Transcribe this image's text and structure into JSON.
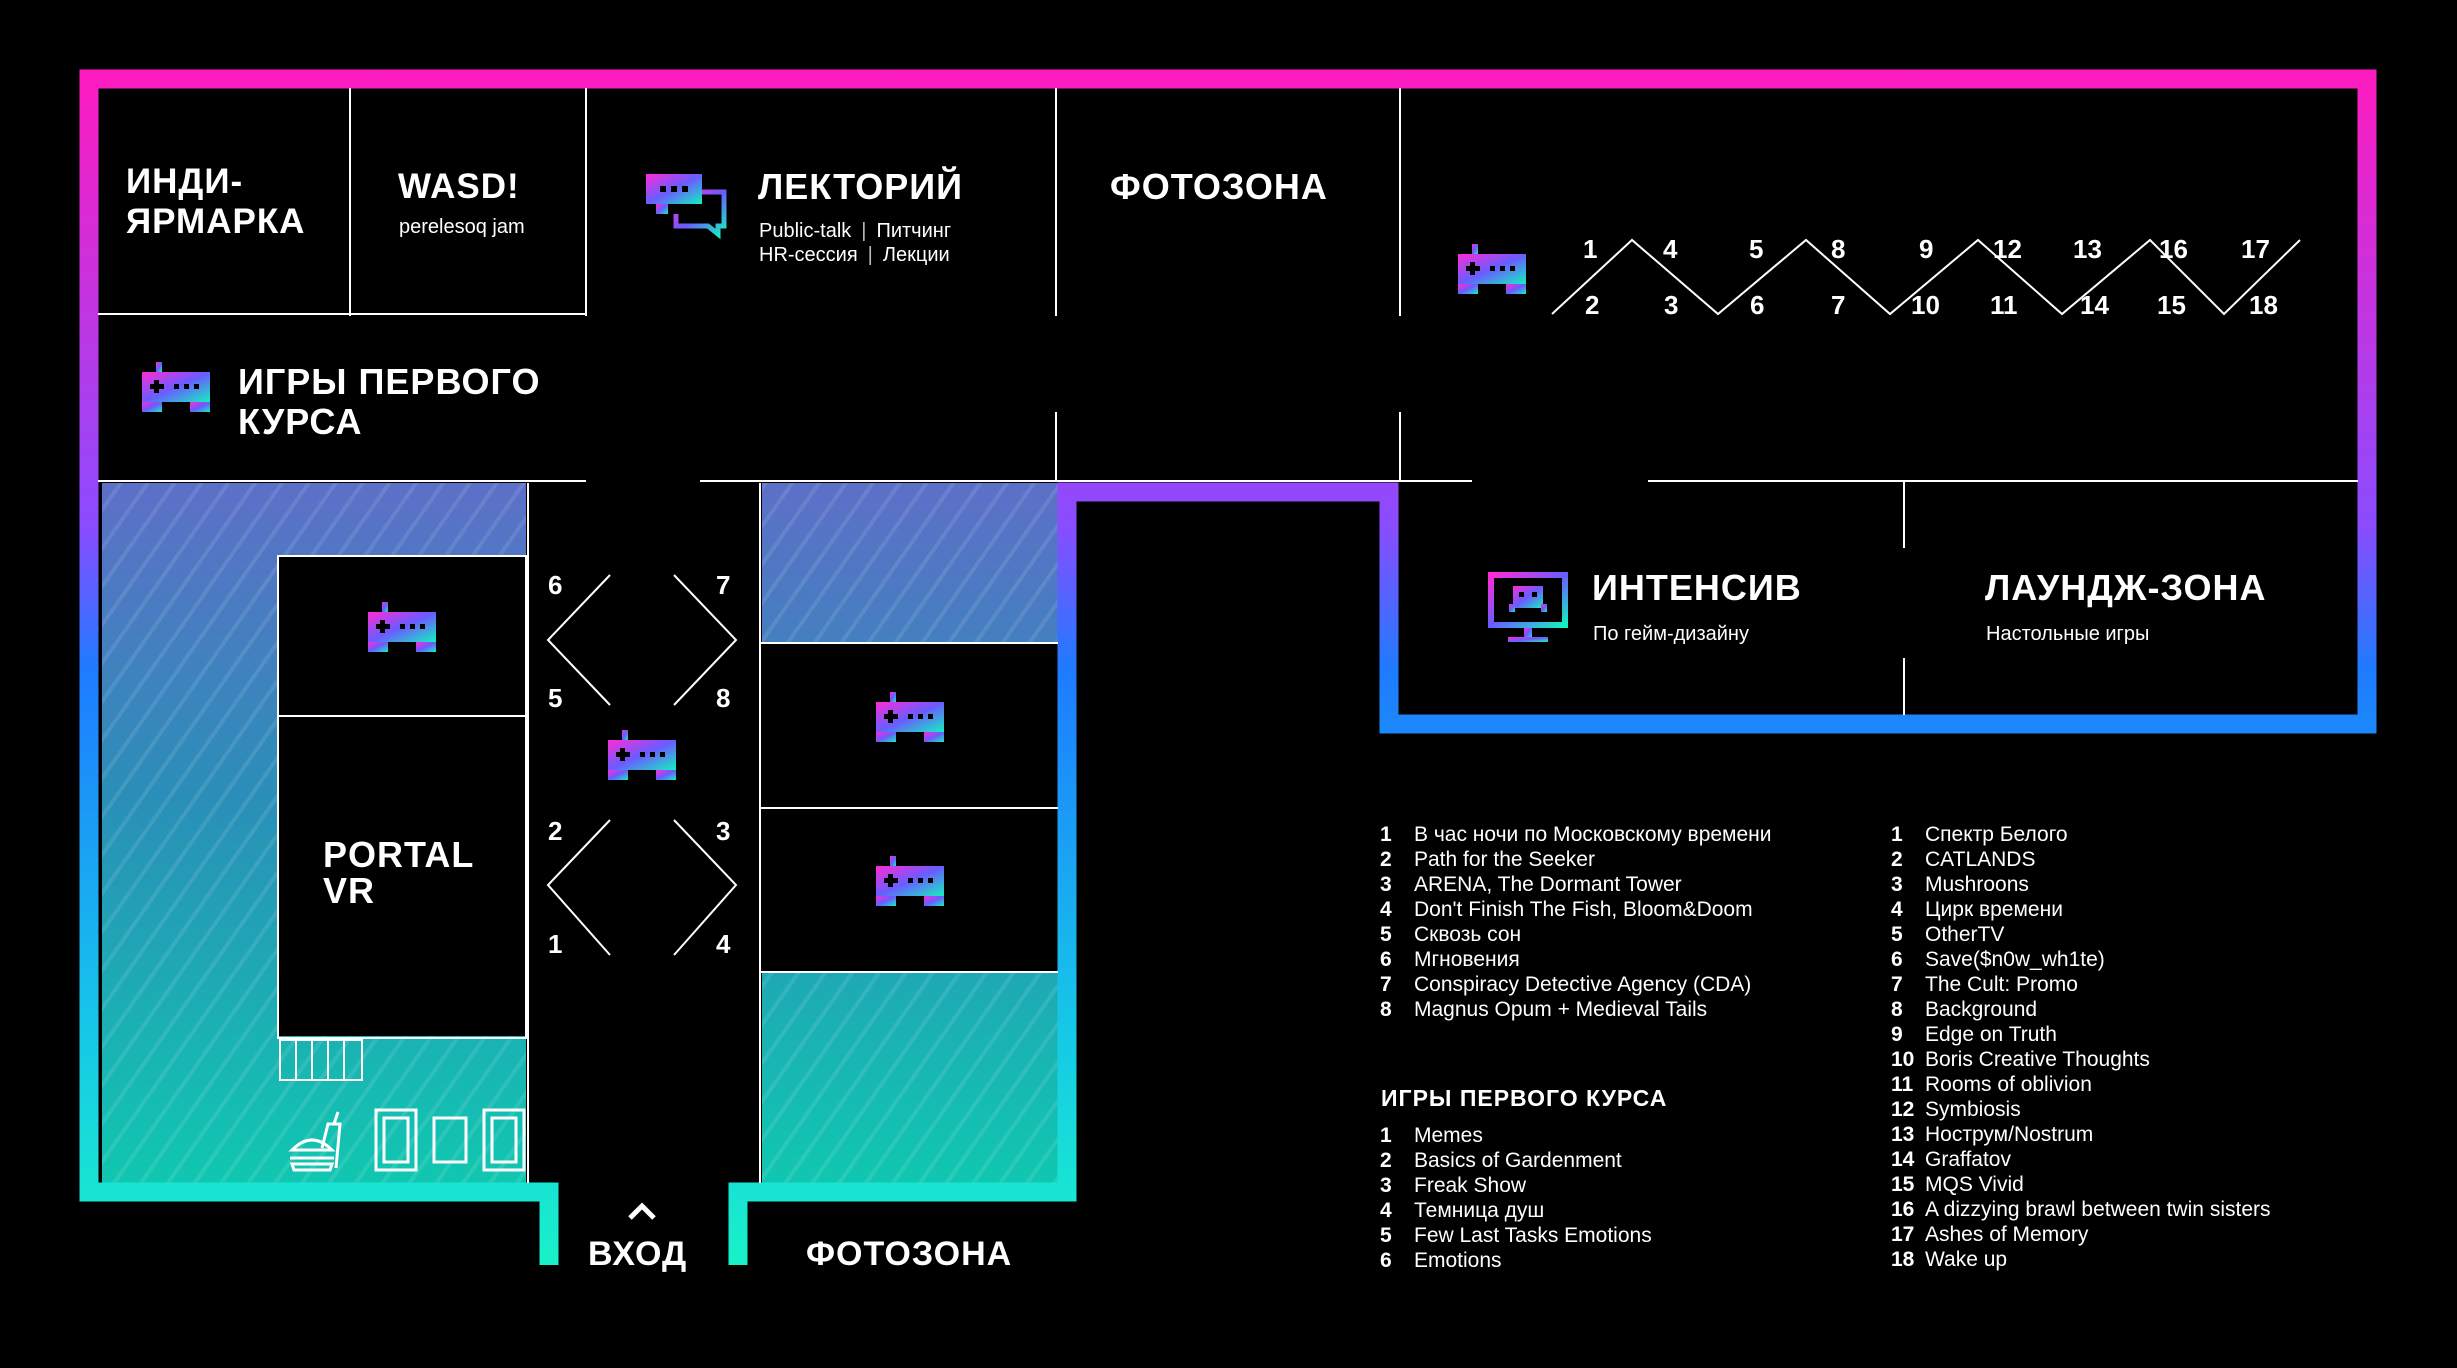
{
  "zones": {
    "indie_fair": "ИНДИ-\nЯРМАРКА",
    "wasd_title": "WASD!",
    "wasd_sub": "perelesoq jam",
    "lectorium_title": "ЛЕКТОРИЙ",
    "lectorium_items": [
      "Public-talk",
      "Питчинг",
      "HR-сессия",
      "Лекции"
    ],
    "photozone_top": "ФОТОЗОНА",
    "first_year_games": "ИГРЫ ПЕРВОГО\nКУРСА",
    "intensive_title": "ИНТЕНСИВ",
    "intensive_sub": "По гейм-дизайну",
    "lounge_title": "ЛАУНДЖ-ЗОНА",
    "lounge_sub": "Настольные игры",
    "portal_vr": "PORTAL\nVR",
    "entrance": "ВХОД",
    "photozone_bottom": "ФОТОЗОНА"
  },
  "zigzag_numbers": {
    "top": [
      "1",
      "4",
      "5",
      "8",
      "9",
      "12",
      "13",
      "16",
      "17"
    ],
    "bottom": [
      "2",
      "3",
      "6",
      "7",
      "10",
      "11",
      "14",
      "15",
      "18"
    ]
  },
  "corridor_numbers": {
    "left": [
      "6",
      "5",
      "2",
      "1"
    ],
    "right": [
      "7",
      "8",
      "3",
      "4"
    ]
  },
  "legend_left": [
    {
      "n": "1",
      "t": "В час ночи по Московскому времени"
    },
    {
      "n": "2",
      "t": "Path for the Seeker"
    },
    {
      "n": "3",
      "t": "ARENA, The Dormant Tower"
    },
    {
      "n": "4",
      "t": "Don't Finish The Fish, Bloom&Doom"
    },
    {
      "n": "5",
      "t": "Сквозь сон"
    },
    {
      "n": "6",
      "t": "Мгновения"
    },
    {
      "n": "7",
      "t": "Conspiracy Detective Agency (CDA)"
    },
    {
      "n": "8",
      "t": "Magnus Opum + Medieval Tails"
    }
  ],
  "legend_first_year_title": "ИГРЫ ПЕРВОГО КУРСА",
  "legend_first_year": [
    {
      "n": "1",
      "t": "Memes"
    },
    {
      "n": "2",
      "t": "Basics of Gardenment"
    },
    {
      "n": "3",
      "t": "Freak Show"
    },
    {
      "n": "4",
      "t": "Темница душ"
    },
    {
      "n": "5",
      "t": "Few Last Tasks Emotions"
    },
    {
      "n": "6",
      "t": "Emotions"
    }
  ],
  "legend_right": [
    {
      "n": "1",
      "t": "Спектр Белого"
    },
    {
      "n": "2",
      "t": "CATLANDS"
    },
    {
      "n": "3",
      "t": "Mushroons"
    },
    {
      "n": "4",
      "t": "Цирк времени"
    },
    {
      "n": "5",
      "t": "OtherTV"
    },
    {
      "n": "6",
      "t": "Save($n0w_wh1te)"
    },
    {
      "n": "7",
      "t": "The Cult: Promo"
    },
    {
      "n": "8",
      "t": "Background"
    },
    {
      "n": "9",
      "t": "Edge on Truth"
    },
    {
      "n": "10",
      "t": "Boris Creative Thoughts"
    },
    {
      "n": "11",
      "t": "Rooms of oblivion"
    },
    {
      "n": "12",
      "t": "Symbiosis"
    },
    {
      "n": "13",
      "t": "Нострум/Nostrum"
    },
    {
      "n": "14",
      "t": "Graffatov"
    },
    {
      "n": "15",
      "t": "MQS Vivid"
    },
    {
      "n": "16",
      "t": "A dizzying brawl between twin sisters"
    },
    {
      "n": "17",
      "t": "Ashes of Memory"
    },
    {
      "n": "18",
      "t": "Wake up"
    }
  ],
  "colors": {
    "background": "#000000",
    "wall_top": "#ff1cc0",
    "wall_mid": "#1e7bff",
    "wall_bottom": "#19f2c8",
    "interior_line": "#ffffff",
    "icon_gradient": [
      "#ff2bd6",
      "#6a5cff",
      "#15f0c0"
    ]
  },
  "icons": [
    "gamepad-icon",
    "chat-bubbles-icon",
    "monitor-invader-icon",
    "food-icon",
    "chevron-up-icon"
  ]
}
